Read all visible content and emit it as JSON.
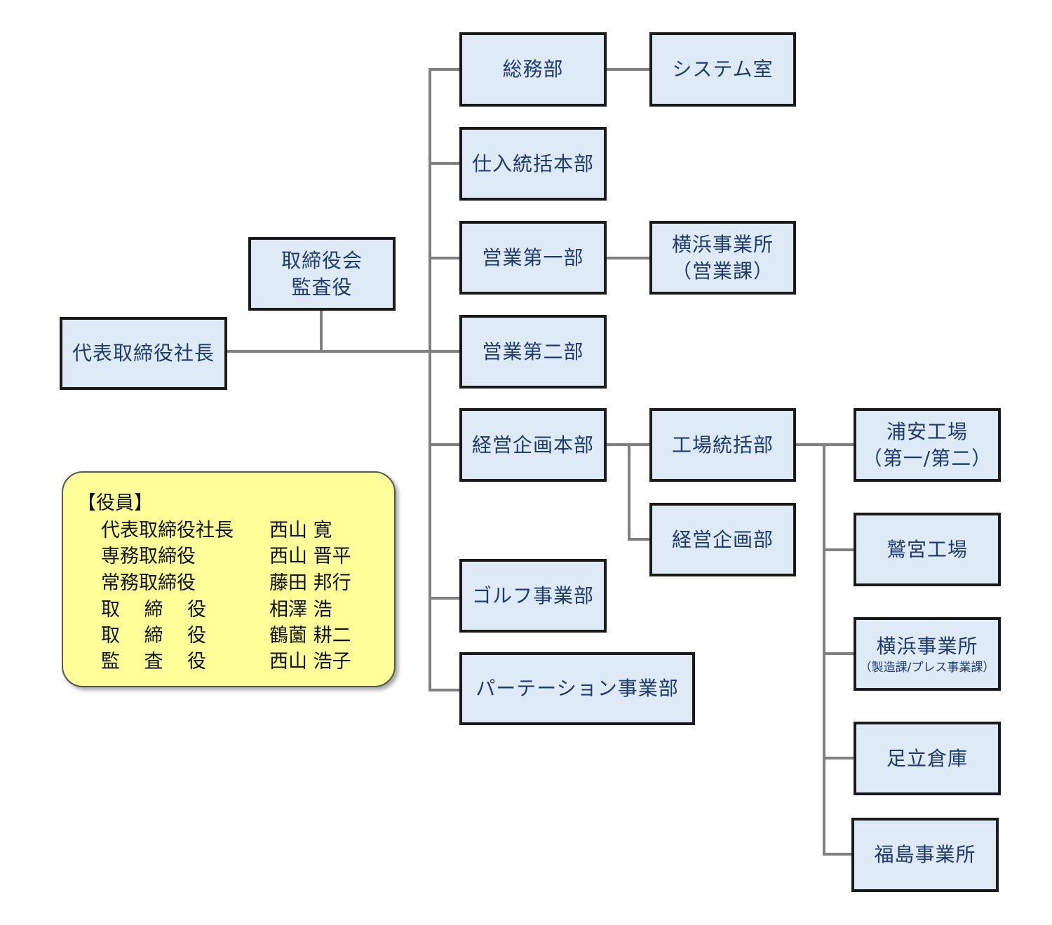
{
  "org_chart": {
    "president": "代表取締役社長",
    "board": [
      "取締役会",
      "監査役"
    ],
    "general_affairs": "総務部",
    "system_office": "システム室",
    "purchasing_hq": "仕入統括本部",
    "sales_1": "営業第一部",
    "yokohama_sales": [
      "横浜事業所",
      "（営業課）"
    ],
    "sales_2": "営業第二部",
    "planning_hq": "経営企画本部",
    "factory_mgmt": "工場統括部",
    "mgmt_planning": "経営企画部",
    "golf": "ゴルフ事業部",
    "partition": "パーテーション事業部",
    "urayasu": [
      "浦安工場",
      "（第一/第二）"
    ],
    "washinomiya": "鷲宮工場",
    "yokohama_mfg": [
      "横浜事業所",
      "（製造課/プレス事業課）"
    ],
    "adachi": "足立倉庫",
    "fukushima": "福島事業所"
  },
  "officers": {
    "title": "【役員】",
    "rows": [
      {
        "role": "代表取締役社長",
        "name": "西山 寛"
      },
      {
        "role": "専務取締役",
        "name": "西山 晋平"
      },
      {
        "role": "常務取締役",
        "name": "藤田 邦行"
      },
      {
        "role": "取締役",
        "name": "相澤 浩"
      },
      {
        "role": "取締役",
        "name": "鶴薗 耕二"
      },
      {
        "role": "監査役",
        "name": "西山 浩子"
      }
    ]
  },
  "colors": {
    "box_fill": "#dfeaf7",
    "box_border": "#1a1a1a",
    "box_text": "#1f3a6e",
    "connector": "#808080",
    "legend_fill": "#ffff99"
  }
}
